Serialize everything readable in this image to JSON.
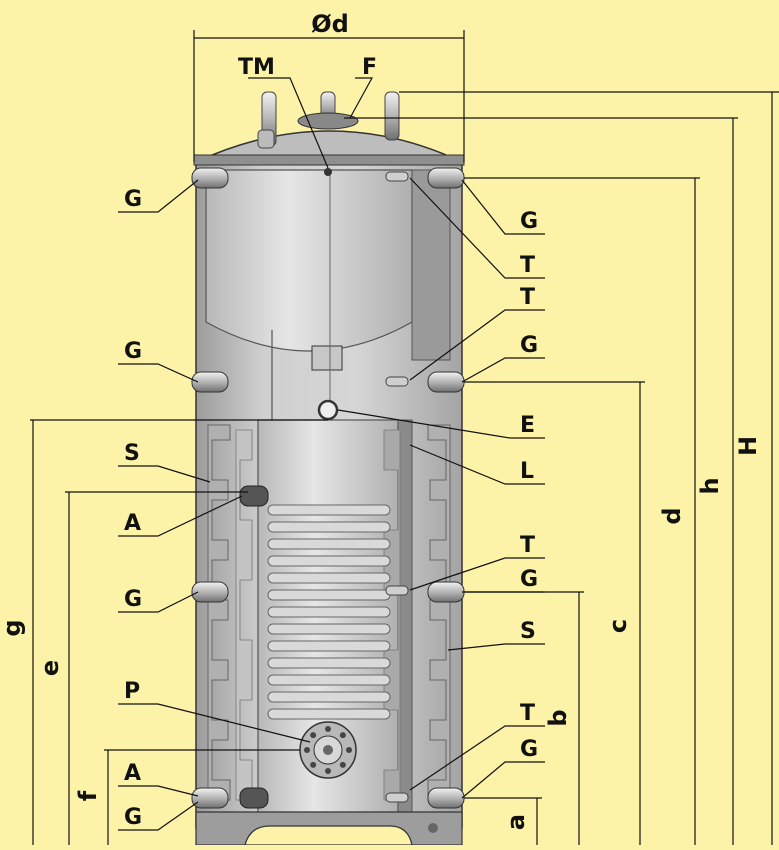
{
  "title": "Ød",
  "colors": {
    "background": "#fdf3a8",
    "tank_body": "#c9c9c9",
    "tank_dark": "#9a9a9a",
    "tank_light": "#e2e2e2",
    "line": "#222222"
  },
  "labels": {
    "tm": "TM",
    "f": "F",
    "g": "G",
    "t": "T",
    "e": "E",
    "l": "L",
    "s": "S",
    "a": "A",
    "p": "P"
  },
  "dimensions": {
    "big_h": "H",
    "h": "h",
    "d": "d",
    "c": "c",
    "b": "b",
    "a": "a",
    "g": "g",
    "e": "e",
    "f": "f"
  }
}
